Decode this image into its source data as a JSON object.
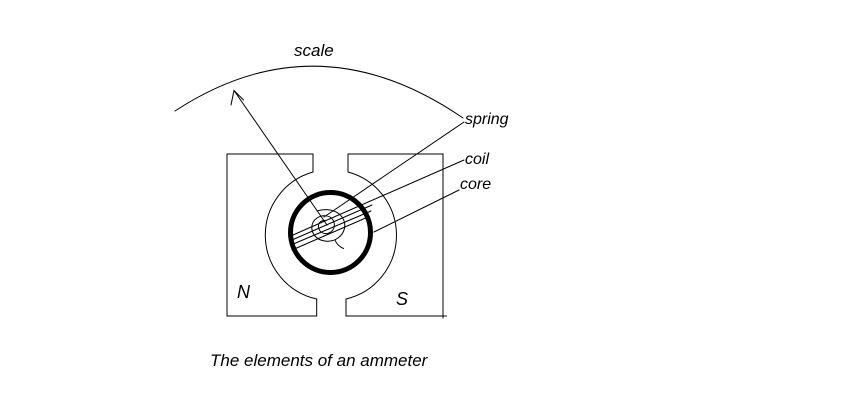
{
  "diagram": {
    "caption": "The elements of an ammeter",
    "labels": {
      "scale": "scale",
      "spring": "spring",
      "coil": "coil",
      "core": "core",
      "north_pole": "N",
      "south_pole": "S"
    },
    "parts": [
      "scale arc",
      "pointer needle with arrowhead",
      "permanent magnet with N and S poles",
      "circular air gap",
      "core ring",
      "coil winding lines",
      "hairspring spiral"
    ],
    "colors": {
      "line": "#000000",
      "background": "#ffffff"
    }
  }
}
